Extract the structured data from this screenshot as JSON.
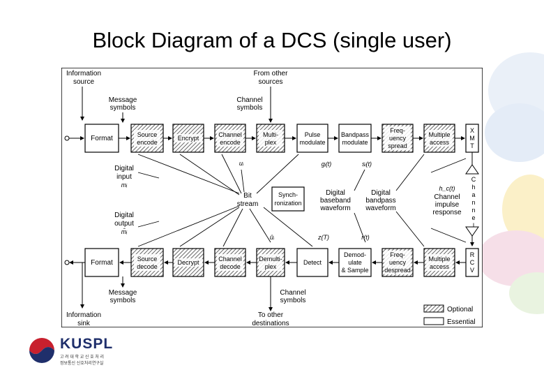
{
  "title": "Block Diagram of a DCS (single user)",
  "branding": {
    "logo_text": "KUSPL",
    "logo_subtext_1": "고 려 대 학 교 신 호 처 리",
    "logo_subtext_2": "정보통신 신호처리연구실"
  },
  "diagram": {
    "tx_blocks": [
      "Format",
      "Source encode",
      "Encrypt",
      "Channel encode",
      "Multi-plex",
      "Pulse modulate",
      "Bandpass modulate",
      "Freq-uency spread",
      "Multiple access"
    ],
    "rx_blocks": [
      "Format",
      "Source decode",
      "Decrypt",
      "Channel decode",
      "Demulti-plex",
      "Detect",
      "Demod-ulate & Sample",
      "Freq-uency despread",
      "Multiple access"
    ],
    "xmt_label": "XMT",
    "rcv_label": "RCV",
    "channel_label": "Channel",
    "labels": {
      "info_source": "Information source",
      "from_other_sources": "From other sources",
      "message_symbols_top": "Message symbols",
      "channel_symbols_top": "Channel symbols",
      "digital_input": "Digital input",
      "m_i": "mᵢ",
      "u_i": "uᵢ",
      "g_i_t": "gᵢ(t)",
      "s_i_t": "sᵢ(t)",
      "bit_stream": "Bit stream",
      "synchronization": "Synch-ronization",
      "digital_baseband": "Digital baseband waveform",
      "digital_bandpass": "Digital bandpass waveform",
      "h_c_t": "h_c(t)",
      "channel_impulse": "Channel impulse response",
      "digital_output": "Digital output",
      "m_hat_i": "m̂ᵢ",
      "u_hat_i": "ûᵢ",
      "z_T": "z(T)",
      "r_t": "r(t)",
      "message_symbols_bottom": "Message symbols",
      "channel_symbols_bottom": "Channel symbols",
      "info_sink": "Information sink",
      "to_other_destinations": "To other destinations"
    },
    "legend": {
      "optional": "Optional",
      "essential": "Essential"
    }
  },
  "colors": {
    "logo_blue": "#1f2f6b",
    "logo_red": "#c8202e",
    "hatch": "#666666"
  }
}
